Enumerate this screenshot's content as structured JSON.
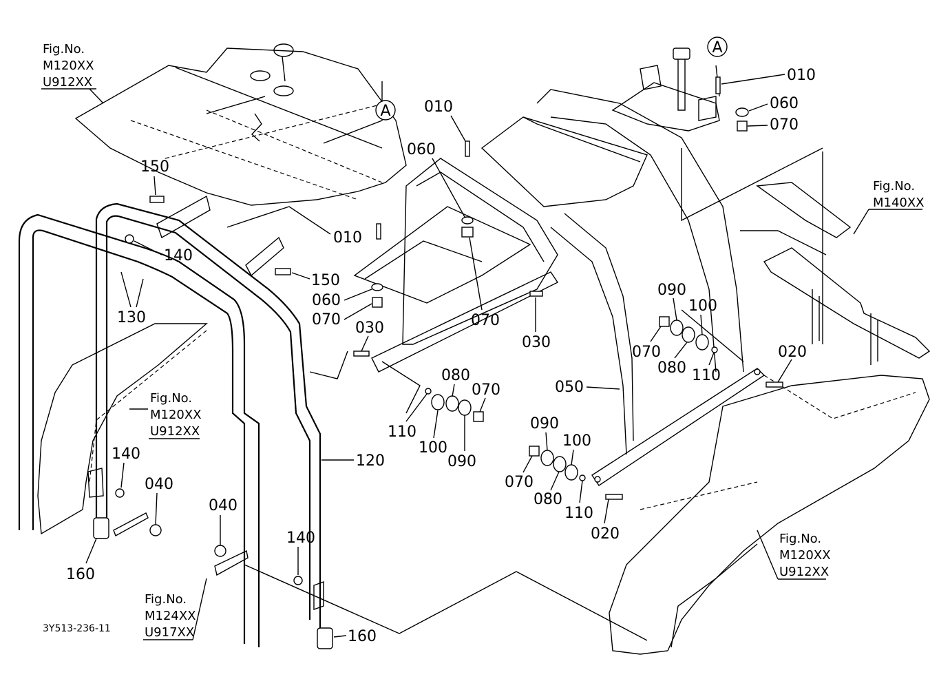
{
  "drawing_code": "3Y513-236-11",
  "fig_refs": {
    "top_left": [
      "Fig.No.",
      "M120XX",
      "U912XX"
    ],
    "mid_left": [
      "Fig.No.",
      "M120XX",
      "U912XX"
    ],
    "bottom_left": [
      "Fig.No.",
      "M124XX",
      "U917XX"
    ],
    "right": [
      "Fig.No.",
      "M140XX"
    ],
    "bottom_right": [
      "Fig.No.",
      "M120XX",
      "U912XX"
    ]
  },
  "section_marks": {
    "left": "A",
    "right": "A"
  },
  "part_labels": {
    "p010_top": "010",
    "p010_mid": "010",
    "p010_right": "010",
    "p020_right": "020",
    "p020_bottom": "020",
    "p030_left": "030",
    "p030_right": "030",
    "p040_left": "040",
    "p040_mid": "040",
    "p050": "050",
    "p060_top": "060",
    "p060_mid": "060",
    "p060_right": "060",
    "p070_mid": "070",
    "p070_center": "070",
    "p070_right_top": "070",
    "p070_right": "070",
    "p070_lower": "070",
    "p070_bottom": "070",
    "p080_lower": "080",
    "p080_right": "080",
    "p080_bottom": "080",
    "p090_lower": "090",
    "p090_right": "090",
    "p090_bottom": "090",
    "p100_lower": "100",
    "p100_right": "100",
    "p100_bottom": "100",
    "p110_lower": "110",
    "p110_right": "110",
    "p110_bottom": "110",
    "p120": "120",
    "p130": "130",
    "p140_top": "140",
    "p140_left": "140",
    "p140_bottom": "140",
    "p150_top": "150",
    "p150_mid": "150",
    "p160_left": "160",
    "p160_bottom": "160"
  }
}
